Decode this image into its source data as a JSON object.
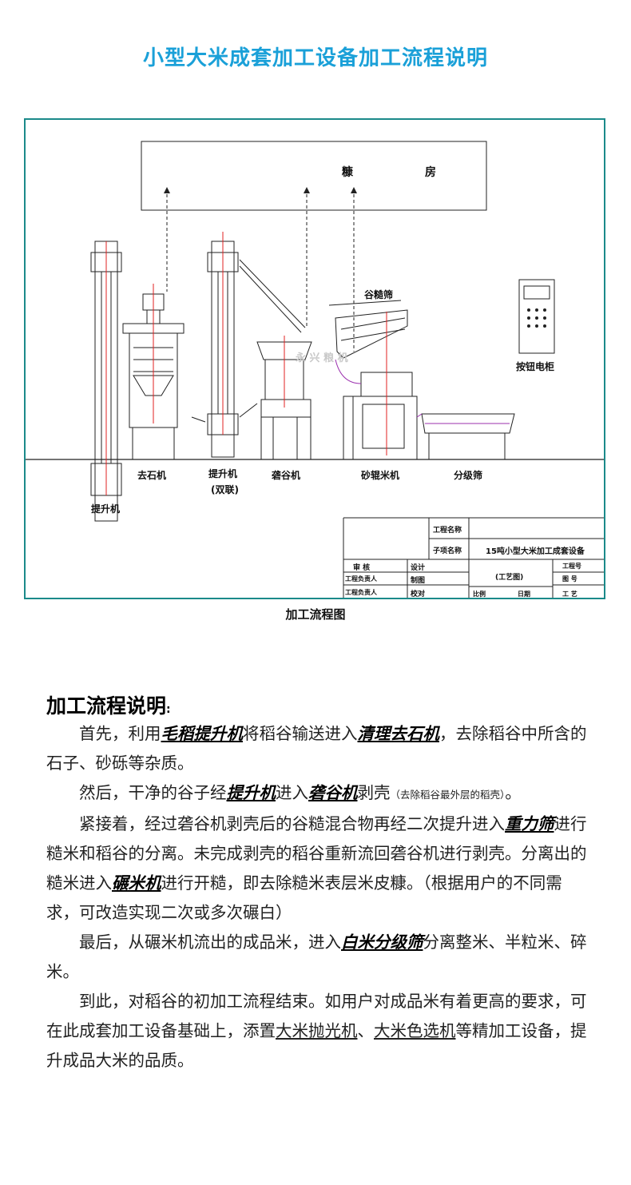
{
  "title": "小型大米成套加工设备加工流程说明",
  "colors": {
    "title": "#1aa0d8",
    "frame": "#1b8a8a",
    "red_line": "#e02020",
    "purple": "#9b2fae"
  },
  "diagram": {
    "warehouse_label_1": "糠",
    "warehouse_label_2": "房",
    "sieve_label": "谷糙筛",
    "cabinet_label": "按钮电柜",
    "watermark": "永 兴 粮 机",
    "machines": {
      "destoner": "去石机",
      "elevator_dual": "提升机",
      "elevator_dual_sub": "(双联)",
      "husker": "砻谷机",
      "whitener": "砂辊米机",
      "grader": "分级筛",
      "elevator": "提升机"
    },
    "title_block": {
      "project_name_label": "工程名称",
      "subproject_label": "子项名称",
      "subproject_value": "15吨小型大米加工成套设备",
      "review": "审  核",
      "design": "设计",
      "leader1": "工程负责人",
      "draw": "制图",
      "leader2": "工程负责人",
      "check": "校对",
      "drawing_type": "(工艺图)",
      "project_no": "工程号",
      "drawing_no": "图  号",
      "scale": "比例",
      "date": "日期",
      "craft": "工  艺"
    }
  },
  "caption": "加工流程图",
  "description": {
    "heading": "加工流程说明",
    "colon": ":",
    "p1": {
      "t1": "首先，利用",
      "h1": "毛稻提升机",
      "t2": "将稻谷输送进入",
      "h2": "清理去石机",
      "t3": "，去除稻谷中所含的石子、砂砾等杂质。"
    },
    "p2": {
      "t1": "然后，干净的谷子经",
      "h1": "提升机",
      "t2": "进入",
      "h2": "砻谷机",
      "t3": "剥壳",
      "note": "（去除稻谷最外层的稻壳）",
      "t4": "。"
    },
    "p3": {
      "t1": "紧接着，经过砻谷机剥壳后的谷糙混合物再经二次提升进入",
      "h1": "重力筛",
      "t2": "进行糙米和稻谷的分离。未完成剥壳的稻谷重新流回砻谷机进行剥壳。分离出的糙米进入",
      "h2": "碾米机",
      "t3": "进行开糙，即去除糙米表层米皮糠。（根据用户的不同需求，可改造实现二次或多次碾白）"
    },
    "p4": {
      "t1": "最后，从碾米机流出的成品米，进入",
      "h1": "白米分级筛",
      "t2": "分离整米、半粒米、碎米。"
    },
    "p5": {
      "t1": "到此，对稻谷的初加工流程结束。如用户对成品米有着更高的要求，可在此成套加工设备基础上，添置",
      "u1": "大米抛光机",
      "t2": "、",
      "u2": "大米色选机",
      "t3": "等精加工设备，提升成品大米的品质。"
    }
  }
}
